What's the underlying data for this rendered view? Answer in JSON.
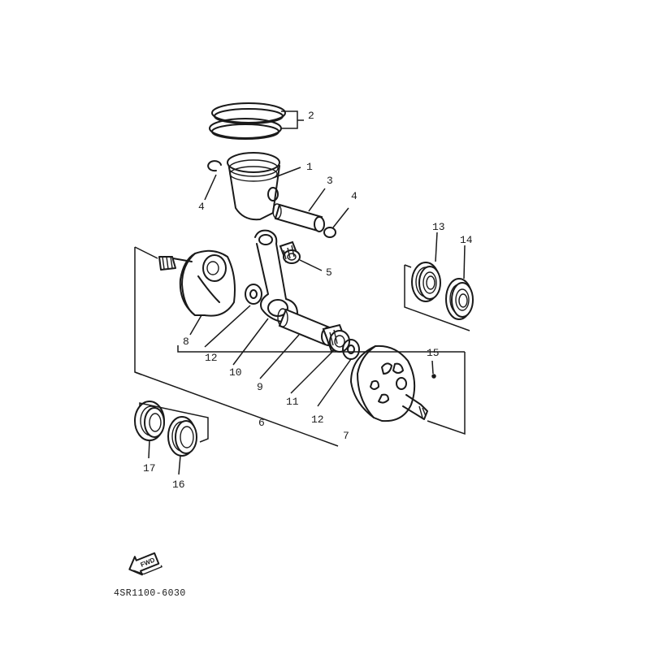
{
  "callouts": {
    "c1": "1",
    "c2": "2",
    "c3": "3",
    "c4a": "4",
    "c4b": "4",
    "c5": "5",
    "c6": "6",
    "c7": "7",
    "c8": "8",
    "c9": "9",
    "c10": "10",
    "c11": "11",
    "c12a": "12",
    "c12b": "12",
    "c13": "13",
    "c14": "14",
    "c15": "15",
    "c16": "16",
    "c17": "17"
  },
  "fwd_label": "FWD",
  "diagram_code": "4SR1100-6030",
  "colors": {
    "ink": "#1a1a1a",
    "paper": "#ffffff"
  }
}
